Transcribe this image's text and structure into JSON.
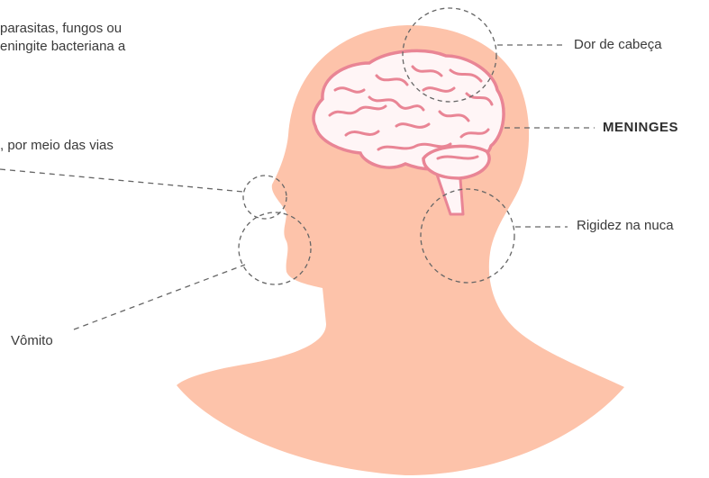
{
  "labels": {
    "text_top_line1": "parasitas, fungos ou",
    "text_top_line2": "eningite bacteriana a",
    "text_mid": ", por meio das vias",
    "headache": "Dor de cabeça",
    "meninges": "MENINGES",
    "stiff_neck": "Rigidez na nuca",
    "vomit": "Vômito"
  },
  "colors": {
    "skin": "#FDC3AA",
    "brain_fill": "#FFF5F6",
    "brain_outline": "#E98595",
    "dashed_line": "#666666"
  }
}
